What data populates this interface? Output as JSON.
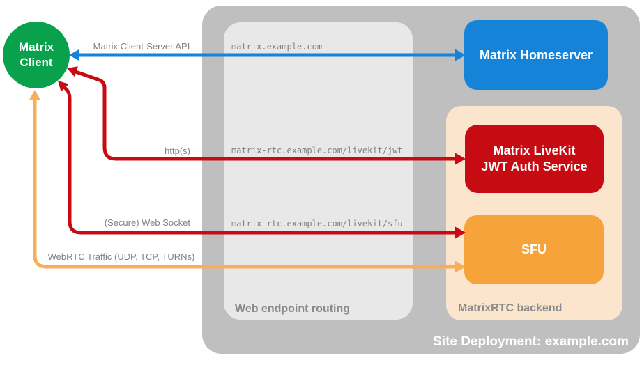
{
  "diagram": {
    "title": "Site Deployment: example.com",
    "client": {
      "line1": "Matrix",
      "line2": "Client",
      "color": "#0aa14d"
    },
    "homeserver": {
      "label": "Matrix Homeserver",
      "color": "#1583d8"
    },
    "jwt_auth": {
      "line1": "Matrix LiveKit",
      "line2": "JWT Auth Service",
      "color": "#c60c12"
    },
    "sfu": {
      "label": "SFU",
      "color": "#f5a33a"
    },
    "containers": {
      "web_routing_label": "Web endpoint routing",
      "backend_label": "MatrixRTC backend",
      "outer_color": "#bfbfbf",
      "routing_color": "#e8e8e8",
      "backend_color": "#fce5cd"
    },
    "endpoints": {
      "homeserver": "matrix.example.com",
      "jwt": "matrix-rtc.example.com/livekit/jwt",
      "sfu": "matrix-rtc.example.com/livekit/sfu"
    },
    "arrows": {
      "client_server_api": {
        "label": "Matrix Client-Server API",
        "color": "#1583d8"
      },
      "https": {
        "label": "http(s)",
        "color": "#c60c12"
      },
      "websocket": {
        "label": "(Secure) Web Socket",
        "color": "#c60c12"
      },
      "webrtc": {
        "label": "WebRTC Traffic (UDP, TCP, TURNs)",
        "color": "#f8ae58"
      }
    },
    "text_color": "#808080"
  }
}
